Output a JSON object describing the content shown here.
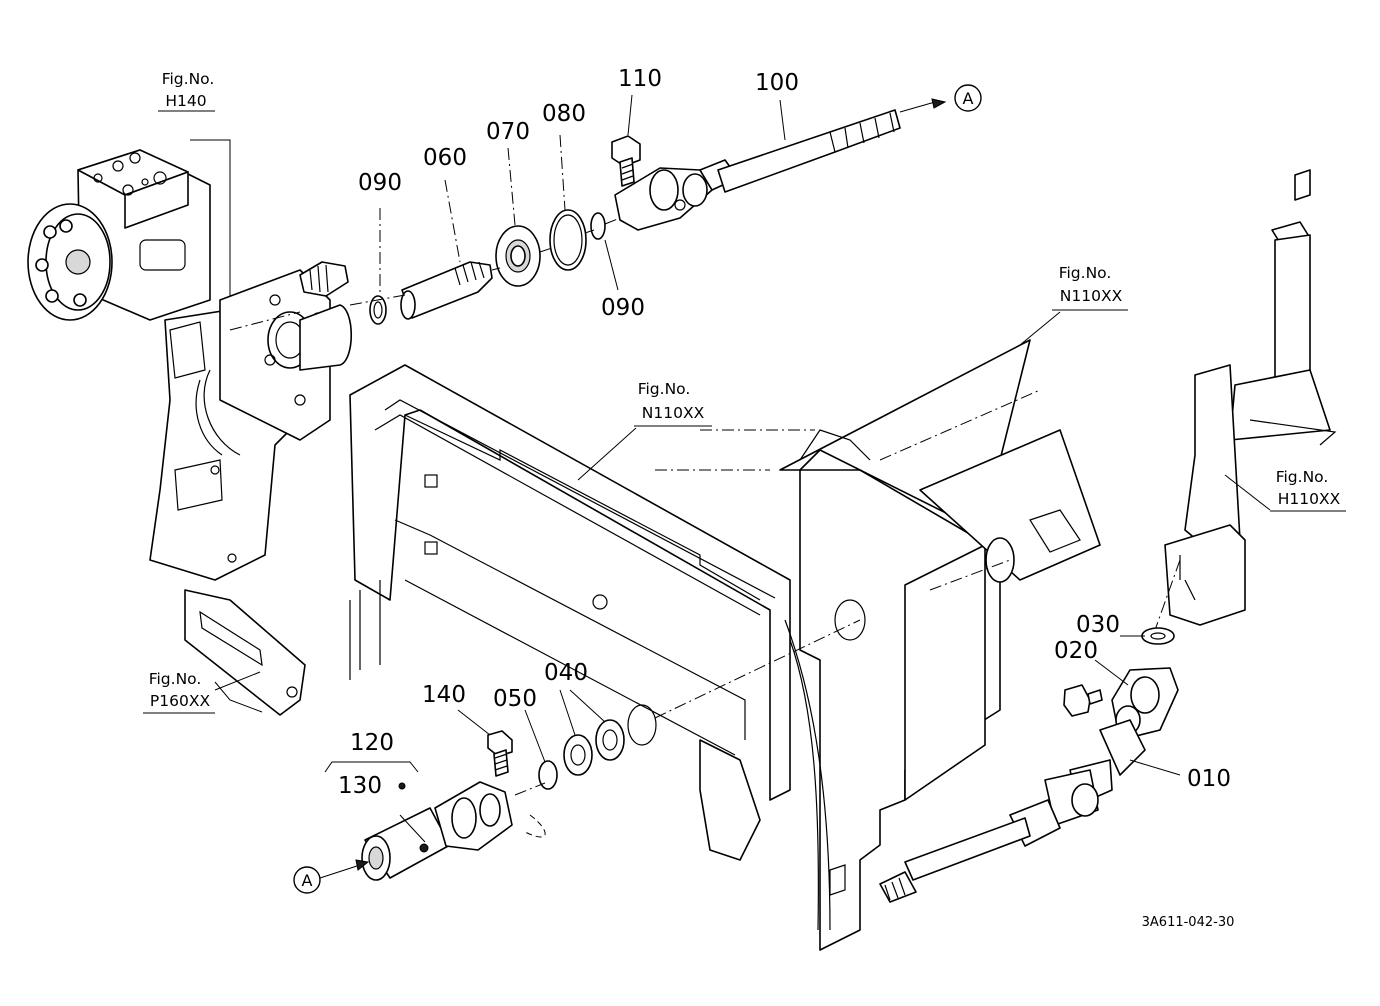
{
  "diagram": {
    "drawing_id": "3A611-042-30",
    "connector_letter": "A",
    "part_numbers": {
      "p010": "010",
      "p020": "020",
      "p030": "030",
      "p040": "040",
      "p050": "050",
      "p060": "060",
      "p070": "070",
      "p080": "080",
      "p090a": "090",
      "p090b": "090",
      "p100": "100",
      "p110": "110",
      "p120": "120",
      "p130": "130",
      "p140": "140"
    },
    "figure_refs": {
      "h140": {
        "title": "Fig.No.",
        "code": "H140"
      },
      "n110_right": {
        "title": "Fig.No.",
        "code": "N110XX"
      },
      "n110_center": {
        "title": "Fig.No.",
        "code": "N110XX"
      },
      "h110": {
        "title": "Fig.No.",
        "code": "H110XX"
      },
      "p160": {
        "title": "Fig.No.",
        "code": "P160XX"
      }
    }
  }
}
